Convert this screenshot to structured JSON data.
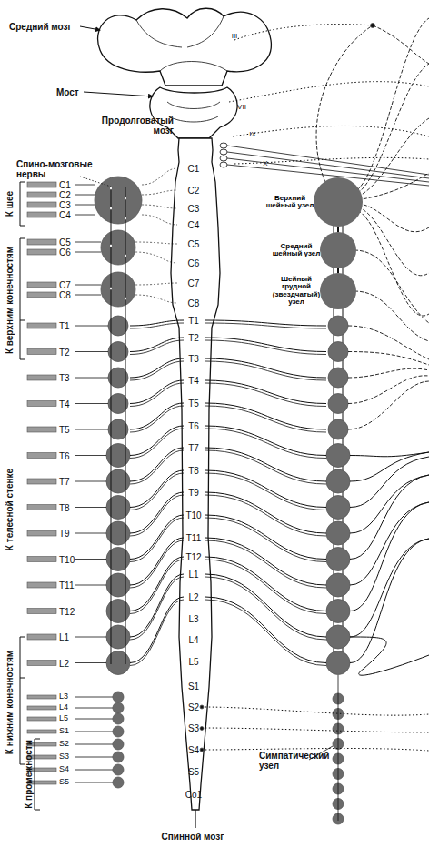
{
  "diagram": {
    "nodes": [
      {
        "text": [
          "Верхний шейный узел"
        ]
      },
      {
        "text": [
          "Средний шейный узел"
        ]
      },
      {
        "text": [
          "Шейный грудной (звездчатый) узел"
        ]
      }
    ],
    "edges": [
      {
        "from": 0,
        "to": 1,
        "arrow": "none"
      },
      {
        "from": 1,
        "to": 2,
        "arrow": "none"
      }
    ],
    "labels": [
      "Средний мозг",
      "Мост",
      "Продолговатый мозг",
      "Спино-мозговые нервы",
      "III",
      "VII",
      "IX",
      "X",
      "К шее",
      "К верхним конечностям",
      "К телесной стенке",
      "К нижним конечностям",
      "К промежности",
      "Симпатический узел",
      "Спинной мозг",
      "C1",
      "C2",
      "C3",
      "C4",
      "C5",
      "C6",
      "C7",
      "C8",
      "T1",
      "T2",
      "T3",
      "T4",
      "T5",
      "T6",
      "T7",
      "T8",
      "T9",
      "T10",
      "T11",
      "T12",
      "L1",
      "L2",
      "L3",
      "L4",
      "L5",
      "S1",
      "S2",
      "S3",
      "S4",
      "S5",
      "Co1",
      "C1",
      "C2",
      "C3",
      "C4",
      "C5",
      "C6",
      "C7",
      "C8",
      "T1",
      "T2",
      "T3",
      "T4",
      "T5",
      "T6",
      "T7",
      "T8",
      "T9",
      "T10",
      "T11",
      "T12",
      "L1",
      "L2",
      "L3",
      "L4",
      "L5",
      "S1",
      "S2",
      "S3",
      "S4",
      "S5"
    ]
  }
}
